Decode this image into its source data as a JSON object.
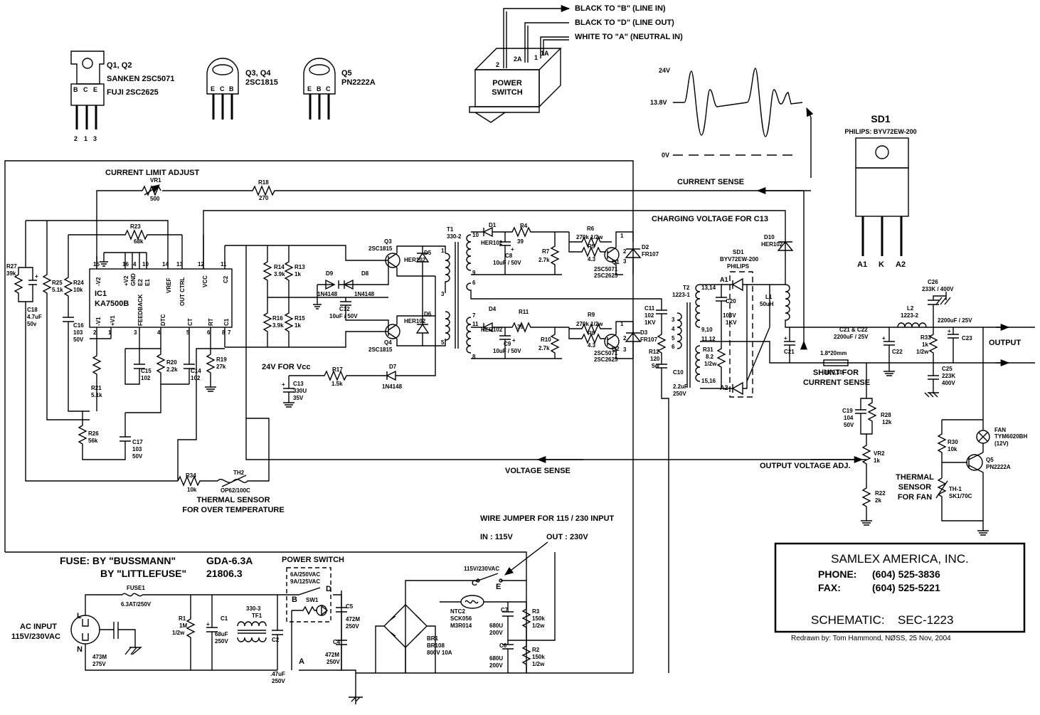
{
  "transistors": {
    "q12": {
      "designator": "Q1, Q2",
      "line1": "SANKEN  2SC5071",
      "line2": "FUJI        2SC2625",
      "pins": [
        "B",
        "C",
        "E"
      ],
      "pin_numbers": [
        "2",
        "1",
        "3"
      ]
    },
    "q34": {
      "designator": "Q3, Q4",
      "part": "2SC1815",
      "pins": [
        "E",
        "C",
        "B"
      ]
    },
    "q5": {
      "designator": "Q5",
      "part": "PN2222A",
      "pins": [
        "E",
        "B",
        "C"
      ]
    }
  },
  "power_switch_top": {
    "title_line1": "POWER",
    "title_line2": "SWITCH",
    "terminals": [
      "2",
      "2A",
      "1A",
      "1"
    ],
    "wires": [
      "BLACK TO \"B\" (LINE IN)",
      "BLACK TO \"D\" (LINE OUT)",
      "WHITE TO \"A\" (NEUTRAL IN)"
    ]
  },
  "waveform": {
    "labels": [
      "24V",
      "13.8V",
      "0V"
    ]
  },
  "sd1_package": {
    "designator": "SD1",
    "part": "PHILIPS: BYV72EW-200",
    "pins": [
      "A1",
      "K",
      "A2"
    ]
  },
  "signals": {
    "current_limit_adjust": "CURRENT LIMIT ADJUST",
    "current_sense": "CURRENT SENSE",
    "charging_voltage": "CHARGING VOLTAGE FOR C13",
    "vcc_24": "24V FOR Vcc",
    "voltage_sense": "VOLTAGE SENSE",
    "output_voltage_adj": "OUTPUT VOLTAGE ADJ.",
    "output": "OUTPUT",
    "shunt_line1": "SHUNT FOR",
    "shunt_line2": "CURRENT SENSE",
    "shunt_value": "1.8*20mm",
    "shunt_ref": "J8,9,10",
    "thermal_over_temp_line1": "THERMAL SENSOR",
    "thermal_over_temp_line2": "FOR OVER TEMPERATURE",
    "thermal_fan_line1": "THERMAL",
    "thermal_fan_line2": "SENSOR",
    "thermal_fan_line3": "FOR FAN"
  },
  "ic1": {
    "designator": "IC1",
    "part": "KA7500B",
    "top_pins": [
      "15",
      "16",
      "4",
      "10",
      "14",
      "13",
      "12",
      "11"
    ],
    "top_labels": [
      "-V2",
      "+V2",
      "GND",
      "E2",
      "E1",
      "VREF",
      "OUT CTRL",
      "VCC",
      "C2"
    ],
    "bottom_pins": [
      "2",
      "1",
      "3",
      "4",
      "5",
      "6",
      "8",
      "7"
    ],
    "bottom_labels": [
      "-V1",
      "+V1",
      "FEEDBACK",
      "DTC",
      "CT",
      "RT",
      "C1"
    ]
  },
  "components": {
    "vr1": [
      "VR1",
      "500"
    ],
    "r18": [
      "R18",
      "270"
    ],
    "r23": [
      "R23",
      "68k"
    ],
    "r27": [
      "R27",
      "39k"
    ],
    "r25": [
      "R25",
      "5.1k"
    ],
    "r24": [
      "R24",
      "10k"
    ],
    "c18": [
      "C18",
      "4.7uF",
      "50v"
    ],
    "c16": [
      "C16",
      "103",
      "50V"
    ],
    "r21": [
      "R21",
      "5.1k"
    ],
    "c15": [
      "C15",
      "102"
    ],
    "r20": [
      "R20",
      "2.2k"
    ],
    "c14": [
      "C14",
      "102"
    ],
    "r19": [
      "R19",
      "27k"
    ],
    "r26": [
      "R26",
      "56k"
    ],
    "c17": [
      "C17",
      "103",
      "50V"
    ],
    "r34": [
      "R34",
      "10k"
    ],
    "th2": [
      "TH2",
      "OP62/100C"
    ],
    "r14": [
      "R14",
      "3.9k"
    ],
    "r13": [
      "R13",
      "1k"
    ],
    "r16": [
      "R16",
      "3.9k"
    ],
    "r15": [
      "R15",
      "1k"
    ],
    "d9": [
      "D9",
      "1N4148"
    ],
    "d8": [
      "D8",
      "1N4148"
    ],
    "c12": [
      "C12",
      "10uF / 50V"
    ],
    "q3": [
      "Q3",
      "2SC1815"
    ],
    "q4": [
      "Q4",
      "2SC1815"
    ],
    "d5": [
      "D5",
      "HER102"
    ],
    "d6": [
      "D6",
      "HER102"
    ],
    "r17": [
      "R17",
      "1.5k"
    ],
    "d7": [
      "D7",
      "1N4148"
    ],
    "c13": [
      "C13",
      "330U",
      "35V"
    ],
    "t1": [
      "T1",
      "330-2"
    ],
    "d1": [
      "D1",
      "HER102"
    ],
    "r4": [
      "R4",
      "39"
    ],
    "c8": [
      "C8",
      "10uF / 50V"
    ],
    "r7": [
      "R7",
      "2.7k"
    ],
    "r6": [
      "R6",
      "270k 1/2w"
    ],
    "r5": [
      "R5",
      "4.3"
    ],
    "q1": [
      "Q1",
      "2SC5071",
      "2SC2625"
    ],
    "d2": [
      "D2",
      "FR107"
    ],
    "d4": [
      "D4",
      "HER102"
    ],
    "r11": [
      "R11",
      "39"
    ],
    "c9": [
      "C9",
      "10uF / 50V"
    ],
    "r10": [
      "R10",
      "2.7k"
    ],
    "r9": [
      "R9",
      "270k 1/2w"
    ],
    "r8": [
      "R8",
      "4.3"
    ],
    "q2": [
      "Q2",
      "2SC5071",
      "2SC2625"
    ],
    "d3": [
      "D3",
      "FR107"
    ],
    "c11": [
      "C11",
      "102",
      "1KV"
    ],
    "r12": [
      "R12",
      "120",
      "5w"
    ],
    "c10": [
      "C10",
      "2.2uF",
      "250V"
    ],
    "t2": [
      "T2",
      "1223-1"
    ],
    "c20": [
      "C20",
      "103V",
      "1KV"
    ],
    "r31": [
      "R31",
      "8.2",
      "1/2w"
    ],
    "sd1": [
      "SD1",
      "BYV72EW-200",
      "PHILIPS"
    ],
    "d10": [
      "D10",
      "HER102"
    ],
    "l1": [
      "L1",
      "50uH"
    ],
    "c21": [
      "C21"
    ],
    "c21c22": [
      "C21 & C22",
      "2200uF / 25V"
    ],
    "c22": [
      "C22"
    ],
    "l2": [
      "L2",
      "1223-2"
    ],
    "c26": [
      "C26",
      "233K / 400V"
    ],
    "r33": [
      "R33",
      "1k",
      "1/2w"
    ],
    "c23": [
      "C23"
    ],
    "c23val": [
      "2200uF / 25V"
    ],
    "c25": [
      "C25",
      "223K",
      "400V"
    ],
    "c19": [
      "C19",
      "104",
      "50V"
    ],
    "r28": [
      "R28",
      "12k"
    ],
    "vr2": [
      "VR2",
      "1k"
    ],
    "r22": [
      "R22",
      "2k"
    ],
    "fan": [
      "FAN",
      "TYM6020BH",
      "(12V)"
    ],
    "r30": [
      "R30",
      "10k"
    ],
    "q5": [
      "Q5",
      "PN2222A"
    ],
    "th1": [
      "TH-1",
      "SK1/70C"
    ]
  },
  "input_section": {
    "fuse_note": {
      "line1_prefix": "FUSE:  BY \"BUSSMANN\"",
      "line1_part": "GDA-6.3A",
      "line2_prefix": "BY \"LITTLEFUSE\"",
      "line2_part": "21806.3"
    },
    "power_switch": {
      "title": "POWER SWITCH",
      "ratings": [
        "6A/250VAC",
        "9A/125VAC"
      ],
      "labels": [
        "B",
        "D",
        "SW1",
        "A"
      ]
    },
    "wire_jumper": {
      "title": "WIRE JUMPER FOR 115 / 230 INPUT",
      "in": "IN : 115V",
      "out": "OUT : 230V",
      "switch_label": "115V/230VAC",
      "contacts": [
        "C",
        "E"
      ]
    },
    "ac_input": [
      "AC INPUT",
      "115V/230VAC"
    ],
    "plug_pins": [
      "L",
      "N"
    ],
    "fuse1": [
      "FUSE1",
      "6.3AT/250V"
    ],
    "c_473": [
      "473M",
      "275V"
    ],
    "r1": [
      "R1",
      "1M",
      "1/2w"
    ],
    "c1": [
      "C1",
      "68uF",
      "250V"
    ],
    "tf1": [
      "330-3",
      "TF1"
    ],
    "c2": [
      "C2",
      ".47uF",
      "250V"
    ],
    "c5": [
      "C5",
      "472M",
      "250V"
    ],
    "c4": [
      "C4",
      "472M",
      "250V"
    ],
    "br1": [
      "BR1",
      "BR108",
      "800V 10A"
    ],
    "ntc2": [
      "NTC2",
      "SCK056",
      "M3R014"
    ],
    "c7": [
      "C7",
      "680U",
      "200V"
    ],
    "c6": [
      "C6",
      "680U",
      "200V"
    ],
    "r3": [
      "R3",
      "150k",
      "1/2w"
    ],
    "r2": [
      "R2",
      "150k",
      "1/2w"
    ]
  },
  "title_block": {
    "company": "SAMLEX AMERICA, INC.",
    "phone_label": "PHONE:",
    "phone": "(604) 525-3836",
    "fax_label": "FAX:",
    "fax": "(604) 525-5221",
    "schematic_label": "SCHEMATIC:",
    "schematic_id": "SEC-1223",
    "redrawn": "Redrawn by:  Tom Hammond, NØSS, 25 Nov, 2004"
  }
}
